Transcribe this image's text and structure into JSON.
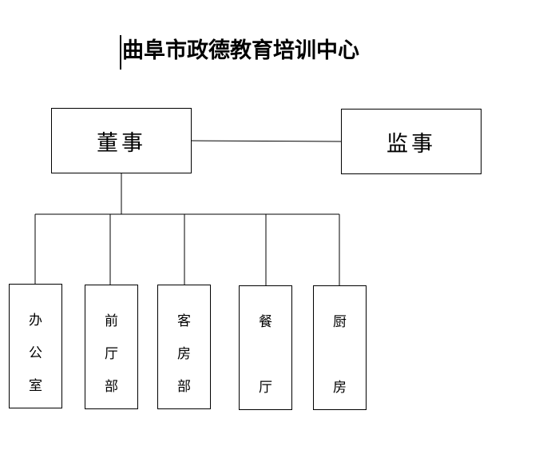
{
  "title": "曲阜市政德教育培训中心",
  "board": "董事",
  "supervisor": "监事",
  "departments": [
    {
      "chars": [
        "办",
        "公",
        "室"
      ]
    },
    {
      "chars": [
        "前",
        "厅",
        "部"
      ]
    },
    {
      "chars": [
        "客",
        "房",
        "部"
      ]
    },
    {
      "chars": [
        "餐",
        "",
        "厅"
      ]
    },
    {
      "chars": [
        "厨",
        "",
        "房"
      ]
    }
  ]
}
